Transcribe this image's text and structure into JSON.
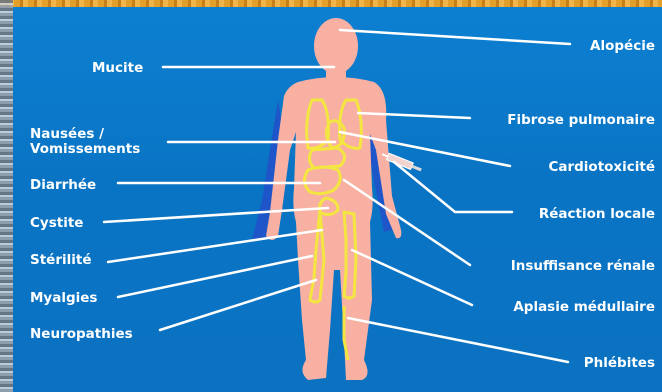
{
  "labels": {
    "left": [
      "Mucite",
      "Nausées /",
      "Vomissements",
      "Diarrhée",
      "Cystite",
      "Stérilité",
      "Myalgies",
      "Neuropathies"
    ],
    "right": [
      "Alopécie",
      "Fibrose pulmonaire",
      "Cardiotoxicité",
      "Réaction locale",
      "Insuffisance rénale",
      "Aplasie médullaire",
      "Phlébites"
    ]
  },
  "colors": {
    "background": "#0a76c6",
    "body": "#f7b0a2",
    "organs": "#f4e640",
    "leader_lines": "#ffffff"
  }
}
